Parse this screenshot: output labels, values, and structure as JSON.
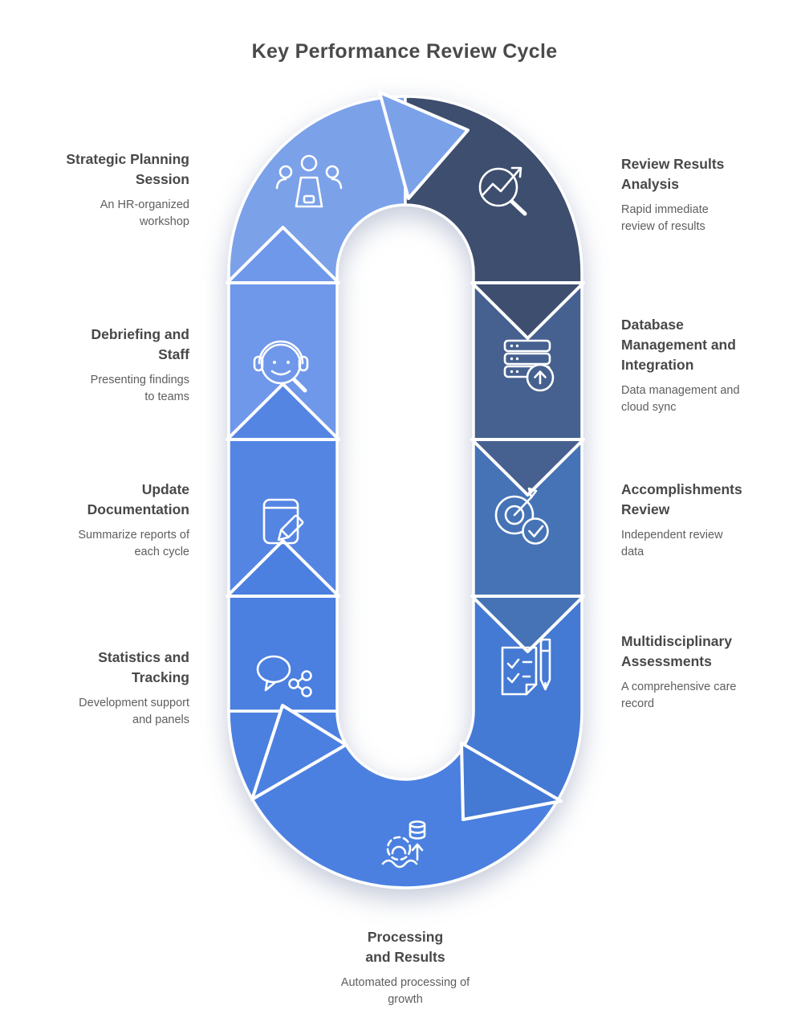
{
  "title": "Key Performance Review Cycle",
  "steps": [
    {
      "id": "step-1",
      "color": "#3d4e6e",
      "icon": "trend-search-icon",
      "heading": [
        "Review Results",
        "Analysis",
        ""
      ],
      "description": [
        "Rapid immediate",
        "review of results"
      ]
    },
    {
      "id": "step-2",
      "color": "#46618f",
      "icon": "server-upload-icon",
      "heading": [
        "Database",
        "Management and",
        "Integration"
      ],
      "description": [
        "Data management and",
        "cloud sync"
      ]
    },
    {
      "id": "step-3",
      "color": "#4573b5",
      "icon": "target-check-icon",
      "heading": [
        "Accomplishments",
        "Review",
        ""
      ],
      "description": [
        "Independent review",
        "data"
      ]
    },
    {
      "id": "step-4",
      "color": "#4479d4",
      "icon": "checklist-pen-icon",
      "heading": [
        "Multidisciplinary",
        "Assessments",
        ""
      ],
      "description": [
        "A comprehensive care",
        "record"
      ]
    },
    {
      "id": "step-5",
      "color": "#4b80e0",
      "icon": "gear-data-icon",
      "heading": [
        "Processing",
        "and Results",
        ""
      ],
      "description": [
        "Automated processing of",
        "growth"
      ]
    },
    {
      "id": "step-6",
      "color": "#4b7fe0",
      "icon": "chat-share-icon",
      "heading": [
        "Statistics and",
        "Tracking",
        ""
      ],
      "description": [
        "Development support",
        "and panels"
      ]
    },
    {
      "id": "step-7",
      "color": "#5585e3",
      "icon": "book-pencil-icon",
      "heading": [
        "Update",
        "Documentation",
        ""
      ],
      "description": [
        "Summarize reports of",
        "each cycle"
      ]
    },
    {
      "id": "step-8",
      "color": "#6f97ea",
      "icon": "headset-search-icon",
      "heading": [
        "Debriefing and",
        "Staff",
        ""
      ],
      "description": [
        "Presenting findings",
        "to teams"
      ]
    },
    {
      "id": "step-9",
      "color": "#7ba1e9",
      "icon": "meeting-icon",
      "heading": [
        "Strategic Planning",
        "Session",
        ""
      ],
      "description": [
        "An HR-organized",
        "workshop"
      ]
    }
  ]
}
